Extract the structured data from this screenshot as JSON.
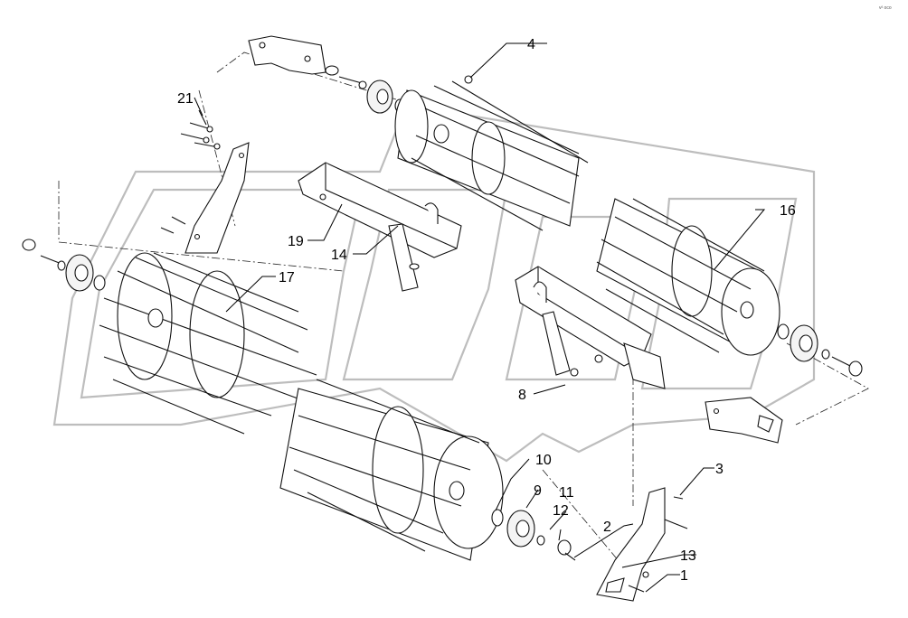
{
  "corner_mark": "v² oco",
  "callouts": [
    {
      "id": "c1",
      "text": "1"
    },
    {
      "id": "c2",
      "text": "2"
    },
    {
      "id": "c3",
      "text": "3"
    },
    {
      "id": "c4",
      "text": "4"
    },
    {
      "id": "c8",
      "text": "8"
    },
    {
      "id": "c9",
      "text": "9"
    },
    {
      "id": "c10",
      "text": "10"
    },
    {
      "id": "c11",
      "text": "11"
    },
    {
      "id": "c12",
      "text": "12"
    },
    {
      "id": "c13",
      "text": "13"
    },
    {
      "id": "c14",
      "text": "14"
    },
    {
      "id": "c16",
      "text": "16"
    },
    {
      "id": "c17",
      "text": "17"
    },
    {
      "id": "c19",
      "text": "19"
    },
    {
      "id": "c21",
      "text": "21"
    }
  ],
  "colors": {
    "line": "#111111",
    "watermark": "#bdbdbd",
    "background": "#ffffff"
  }
}
